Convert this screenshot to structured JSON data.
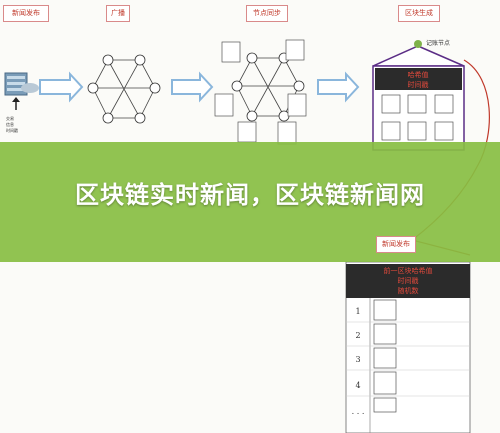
{
  "stage_tags": {
    "new_transaction": "新闻发布",
    "broadcast": "广播",
    "node_verification": "节点同步",
    "block_generation": "区块生成",
    "new_block": "新闻发布"
  },
  "server_note": "交易\n信息\n时间戳",
  "node_note": "交易\n信息\n时间戳",
  "block_header": {
    "title_line1": "哈希值",
    "title_line2": "时间戳",
    "node_label": "记账节点"
  },
  "chain_header": {
    "line1": "前一区块哈希值",
    "line2": "时间戳",
    "line3": "随机数"
  },
  "chain_rows": [
    "1",
    "2",
    "3",
    "4",
    ". . ."
  ],
  "banner": {
    "title": "区块链实时新闻，区块链新闻网"
  },
  "colors": {
    "banner_green": "#88be42",
    "arrow_blue": "#8ab6dc",
    "red_line": "#c0392b",
    "purple_frame": "#5b2d86"
  }
}
